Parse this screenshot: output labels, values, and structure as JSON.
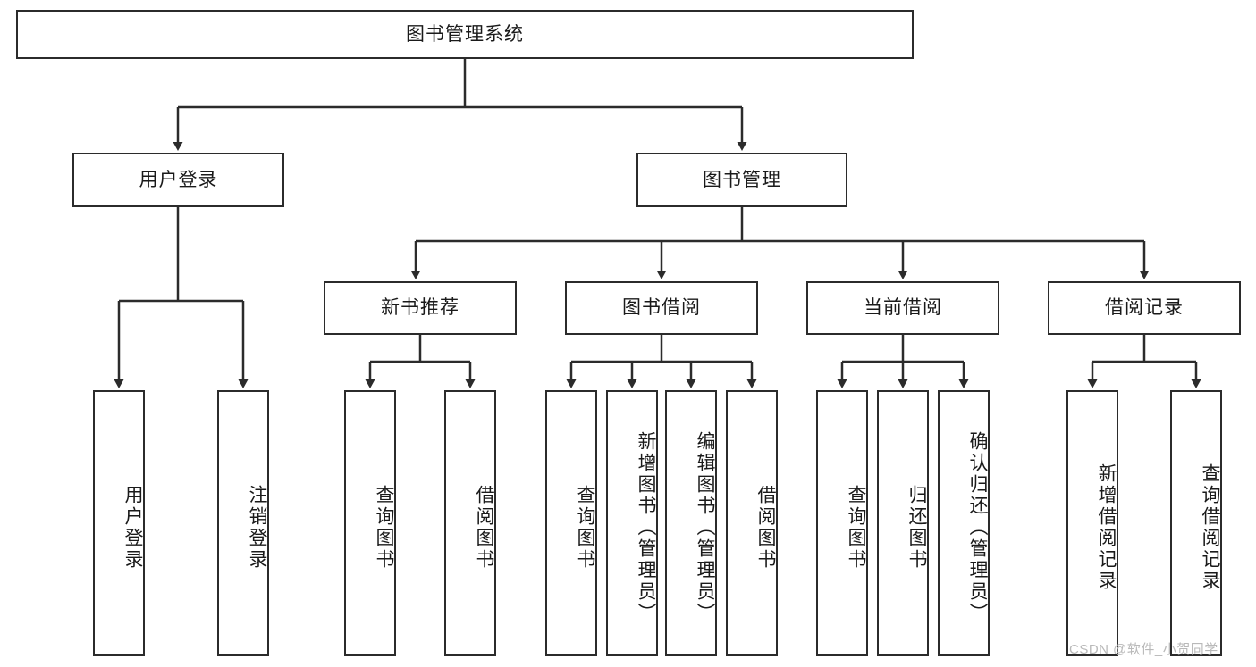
{
  "diagram": {
    "type": "tree-hierarchy",
    "title": "图书管理系统",
    "watermark": "CSDN @软件_小贺同学",
    "colors": {
      "stroke": "#2b2b2b",
      "fill": "#ffffff",
      "text": "#1a1a1a",
      "watermark": "#b9b9b9"
    },
    "root": {
      "label": "图书管理系统"
    },
    "level2": [
      {
        "label": "用户登录"
      },
      {
        "label": "图书管理"
      }
    ],
    "level3": [
      {
        "label": "新书推荐"
      },
      {
        "label": "图书借阅"
      },
      {
        "label": "当前借阅"
      },
      {
        "label": "借阅记录"
      }
    ],
    "leaves": {
      "user_login": [
        {
          "label": "用户登录"
        },
        {
          "label": "注销登录"
        }
      ],
      "new_book_recommend": [
        {
          "label": "查询图书"
        },
        {
          "label": "借阅图书"
        }
      ],
      "book_borrow": [
        {
          "label": "查询图书"
        },
        {
          "label": "新增图书（管理员）"
        },
        {
          "label": "编辑图书（管理员）"
        },
        {
          "label": "借阅图书"
        }
      ],
      "current_borrow": [
        {
          "label": "查询图书"
        },
        {
          "label": "归还图书"
        },
        {
          "label": "确认归还（管理员）"
        }
      ],
      "borrow_records": [
        {
          "label": "新增借阅记录"
        },
        {
          "label": "查询借阅记录"
        }
      ]
    }
  }
}
